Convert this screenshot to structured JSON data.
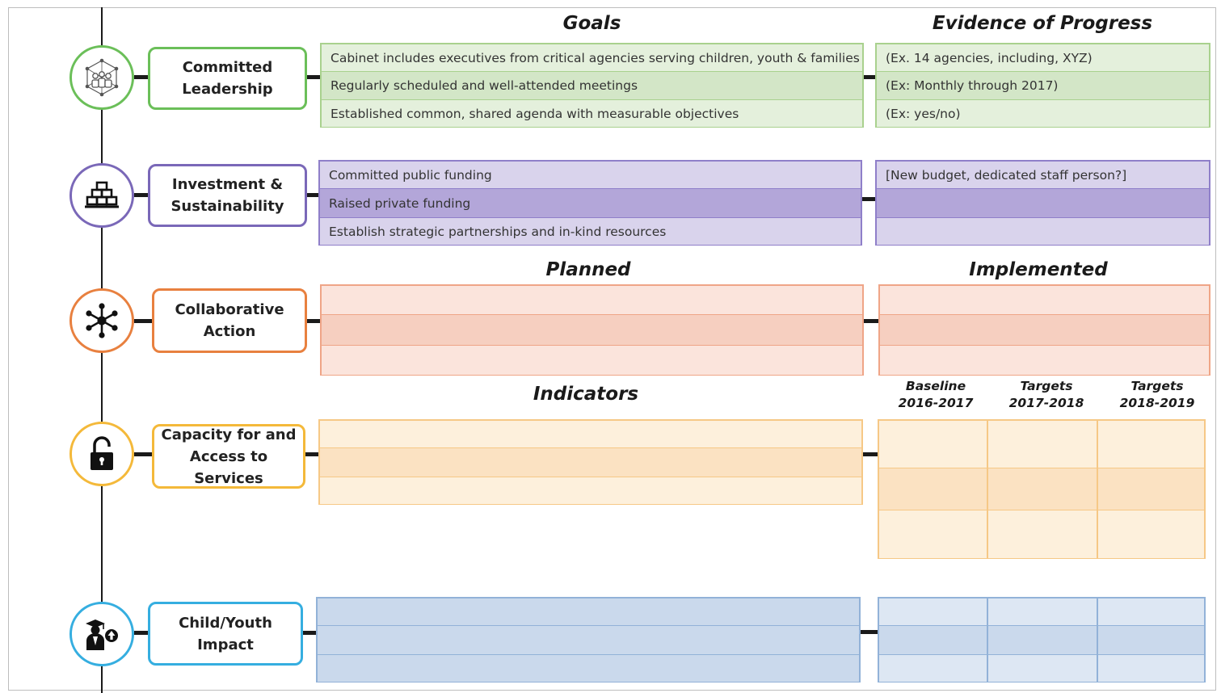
{
  "headers": {
    "goals": "Goals",
    "evidence": "Evidence of Progress",
    "planned": "Planned",
    "implemented": "Implemented",
    "indicators": "Indicators",
    "baseline": [
      "Baseline",
      "2016-2017"
    ],
    "targets1": [
      "Targets",
      "2017-2018"
    ],
    "targets2": [
      "Targets",
      "2018-2019"
    ]
  },
  "sections": {
    "leadership": {
      "label_line1": "Committed",
      "label_line2": "Leadership",
      "icon": "group-network-icon",
      "color": "#6bbf59",
      "goals": [
        "Cabinet includes executives from critical agencies serving children, youth & families",
        "Regularly scheduled and well-attended meetings",
        "Established common, shared agenda with measurable objectives"
      ],
      "evidence": [
        "(Ex. 14 agencies, including, XYZ)",
        "(Ex: Monthly through 2017)",
        "(Ex: yes/no)"
      ]
    },
    "investment": {
      "label_line1": "Investment &",
      "label_line2": "Sustainability",
      "icon": "gold-bars-icon",
      "color": "#7a68b8",
      "goals": [
        "Committed public funding",
        "Raised private funding",
        "Establish strategic partnerships and in-kind resources"
      ],
      "evidence": [
        "[New budget, dedicated staff person?]",
        "",
        ""
      ]
    },
    "collaborative": {
      "label_line1": "Collaborative",
      "label_line2": "Action",
      "icon": "hub-network-icon",
      "color": "#e8803f"
    },
    "capacity": {
      "label_line1": "Capacity for and",
      "label_line2": "Access to",
      "label_line3": "Services",
      "icon": "open-lock-icon",
      "color": "#f4b93a"
    },
    "impact": {
      "label_line1": "Child/Youth",
      "label_line2": "Impact",
      "icon": "graduate-up-arrow-icon",
      "color": "#35aee0"
    }
  },
  "colors": {
    "green_light": "#e4f0dc",
    "green_mid": "#d3e6c7",
    "green_border": "#a9d18e",
    "purple_light": "#d9d3ec",
    "purple_mid": "#b3a6d9",
    "purple_border": "#8f7fc9",
    "orange_light": "#fbe4dc",
    "orange_mid": "#f6cfc0",
    "orange_border": "#efa587",
    "yellow_light": "#fdf0dc",
    "yellow_mid": "#fbe2c2",
    "yellow_border": "#f6c886",
    "blue_light": "#dde7f3",
    "blue_mid": "#cad9ec",
    "blue_border": "#92b2d8"
  }
}
